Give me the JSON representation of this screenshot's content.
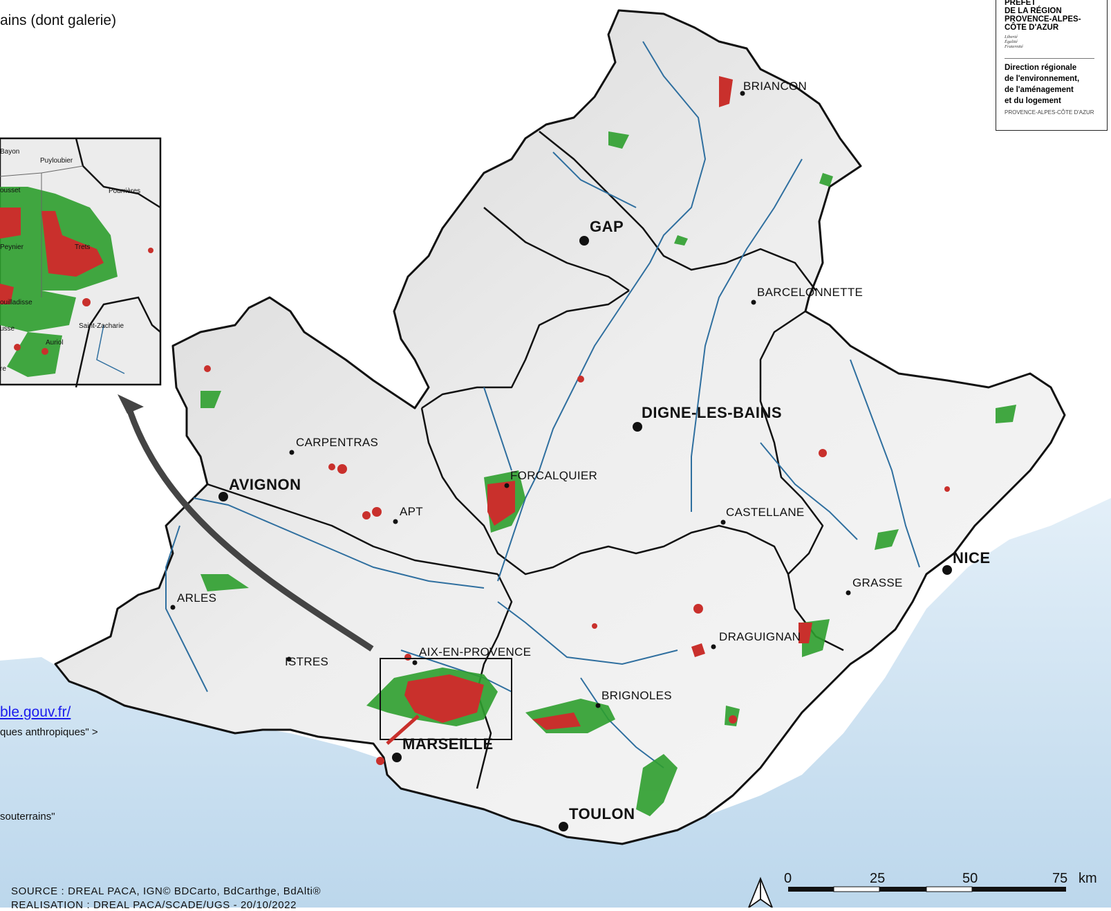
{
  "legend": {
    "top_text": "ains (dont galerie)",
    "link_text": "ble.gouv.fr/",
    "sub_text": "ques anthropiques\" >",
    "under_text": " souterrains\""
  },
  "logo": {
    "prefet": "PRÉFET\nDE LA RÉGION\nPROVENCE-ALPES-\nCÔTE D'AZUR",
    "motto": "Liberté\nÉgalité\nFraternité",
    "direction": "Direction régionale\nde l'environnement,\nde l'aménagement\net du logement",
    "region": "PROVENCE-ALPES-CÔTE D'AZUR"
  },
  "cities": {
    "briancon": "BRIANCON",
    "gap": "GAP",
    "barcelonnette": "BARCELONNETTE",
    "digne": "DIGNE-LES-BAINS",
    "carpentras": "CARPENTRAS",
    "forcalquier": "FORCALQUIER",
    "avignon": "AVIGNON",
    "apt": "APT",
    "castellane": "CASTELLANE",
    "nice": "NICE",
    "grasse": "GRASSE",
    "arles": "ARLES",
    "draguignan": "DRAGUIGNAN",
    "aix": "AIX-EN-PROVENCE",
    "istres": "ISTRES",
    "brignoles": "BRIGNOLES",
    "marseille": "MARSEILLE",
    "toulon": "TOULON"
  },
  "inset": {
    "bayon": "Bayon",
    "puyloubier": "Puyloubier",
    "rousset": "ousset",
    "pourrieres": "Pourrières",
    "peynier": "Peynier",
    "trets": "Trets",
    "roquevaire": "ouilladisse",
    "saint_zacharie": "Saint-Zacharie",
    "usse": "usse",
    "auriol": "Auriol",
    "re": "re"
  },
  "scale": {
    "s0": "0",
    "s25": "25",
    "s50": "50",
    "s75": "75",
    "unit": "km"
  },
  "footer": {
    "source": "SOURCE : DREAL PACA, IGN© BDCarto, BdCarthge, BdAlti®",
    "credit": "REALISATION : DREAL PACA/SCADE/UGS - 20/10/2022"
  },
  "colors": {
    "sea": "#cfe3f1",
    "land": "#e9e9e9",
    "border": "#111111",
    "river": "#2f6f9f",
    "risk_red": "#c9302c",
    "risk_green": "#2e9e2e"
  }
}
